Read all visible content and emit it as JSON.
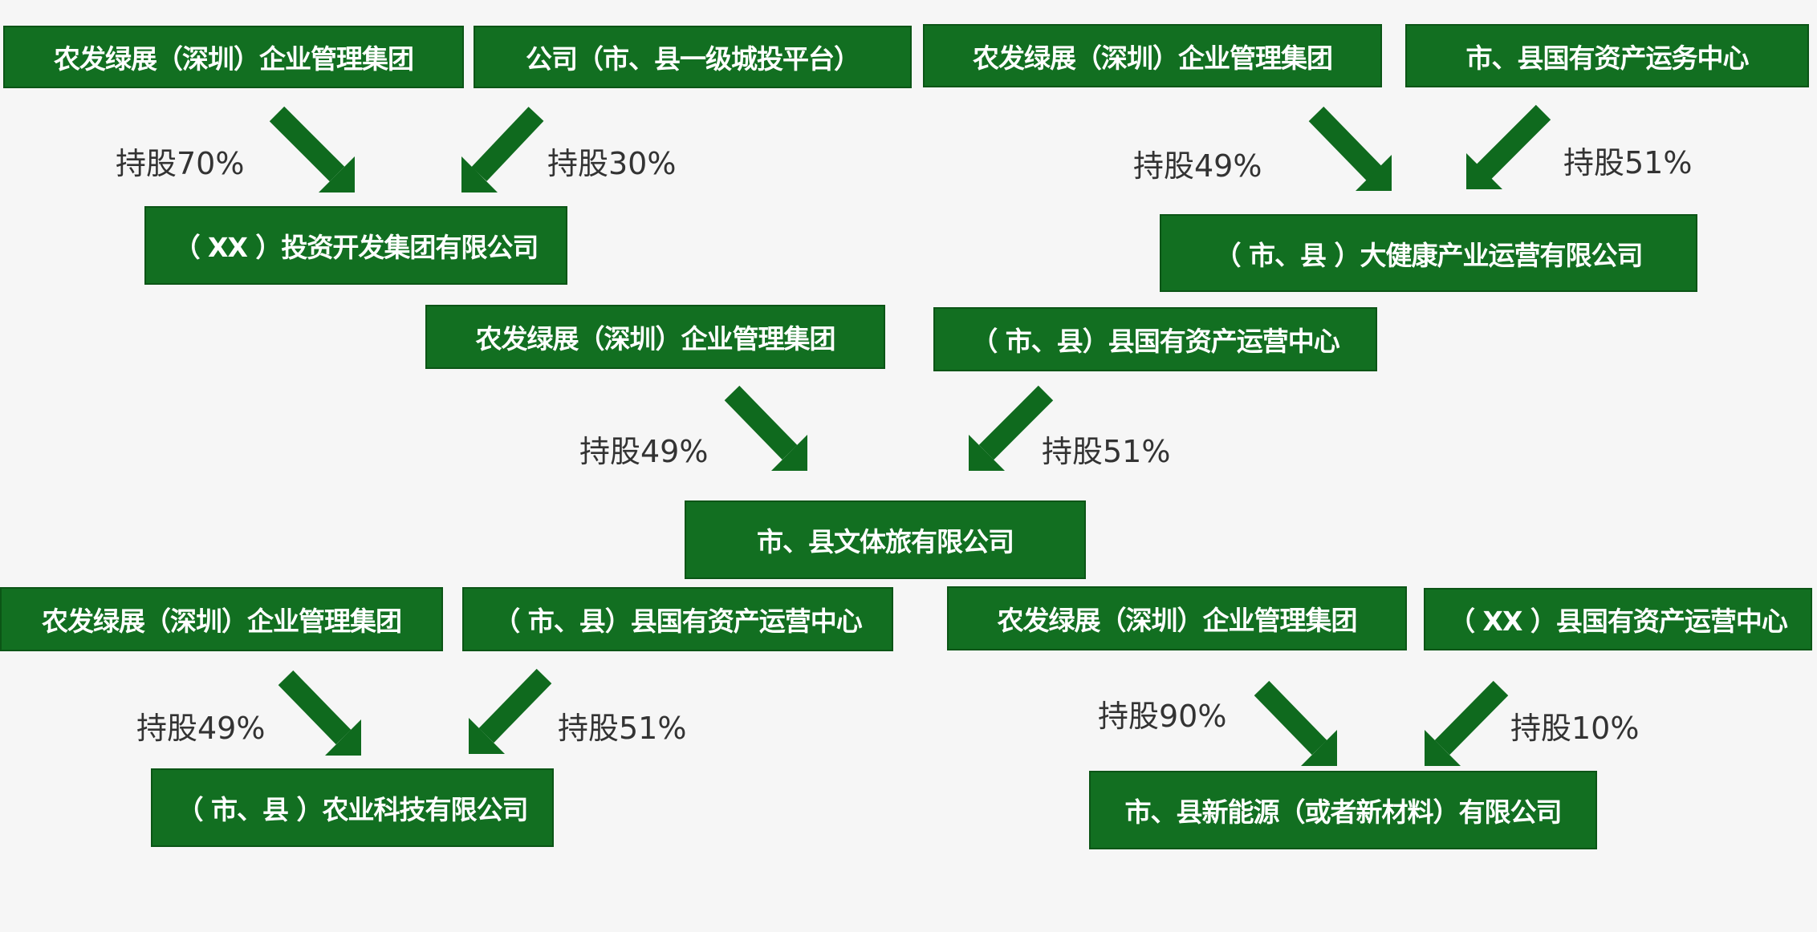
{
  "structures": [
    {
      "parents": [
        "农发绿展（深圳）企业管理集团",
        "公司（市、县一级城投平台）"
      ],
      "shares": [
        "持股70%",
        "持股30%"
      ],
      "child": "（ XX ）投资开发集团有限公司"
    },
    {
      "parents": [
        "农发绿展（深圳）企业管理集团",
        "市、县国有资产运务中心"
      ],
      "shares": [
        "持股49%",
        "持股51%"
      ],
      "child": "（ 市、县 ）大健康产业运营有限公司"
    },
    {
      "parents": [
        "农发绿展（深圳）企业管理集团",
        "（ 市、县）县国有资产运营中心"
      ],
      "shares": [
        "持股49%",
        "持股51%"
      ],
      "child": "市、县文体旅有限公司"
    },
    {
      "parents": [
        "农发绿展（深圳）企业管理集团",
        "（ 市、县）县国有资产运营中心"
      ],
      "shares": [
        "持股49%",
        "持股51%"
      ],
      "child": "（ 市、县 ）农业科技有限公司"
    },
    {
      "parents": [
        "农发绿展（深圳）企业管理集团",
        "（ XX ）县国有资产运营中心"
      ],
      "shares": [
        "持股90%",
        "持股10%"
      ],
      "child": "市、县新能源（或者新材料）有限公司"
    }
  ],
  "colors": {
    "box_fill": "#126f21",
    "box_text": "#ffffff",
    "arrow": "#0f6a1e",
    "background": "#f6f6f6",
    "label_text": "#333333"
  }
}
